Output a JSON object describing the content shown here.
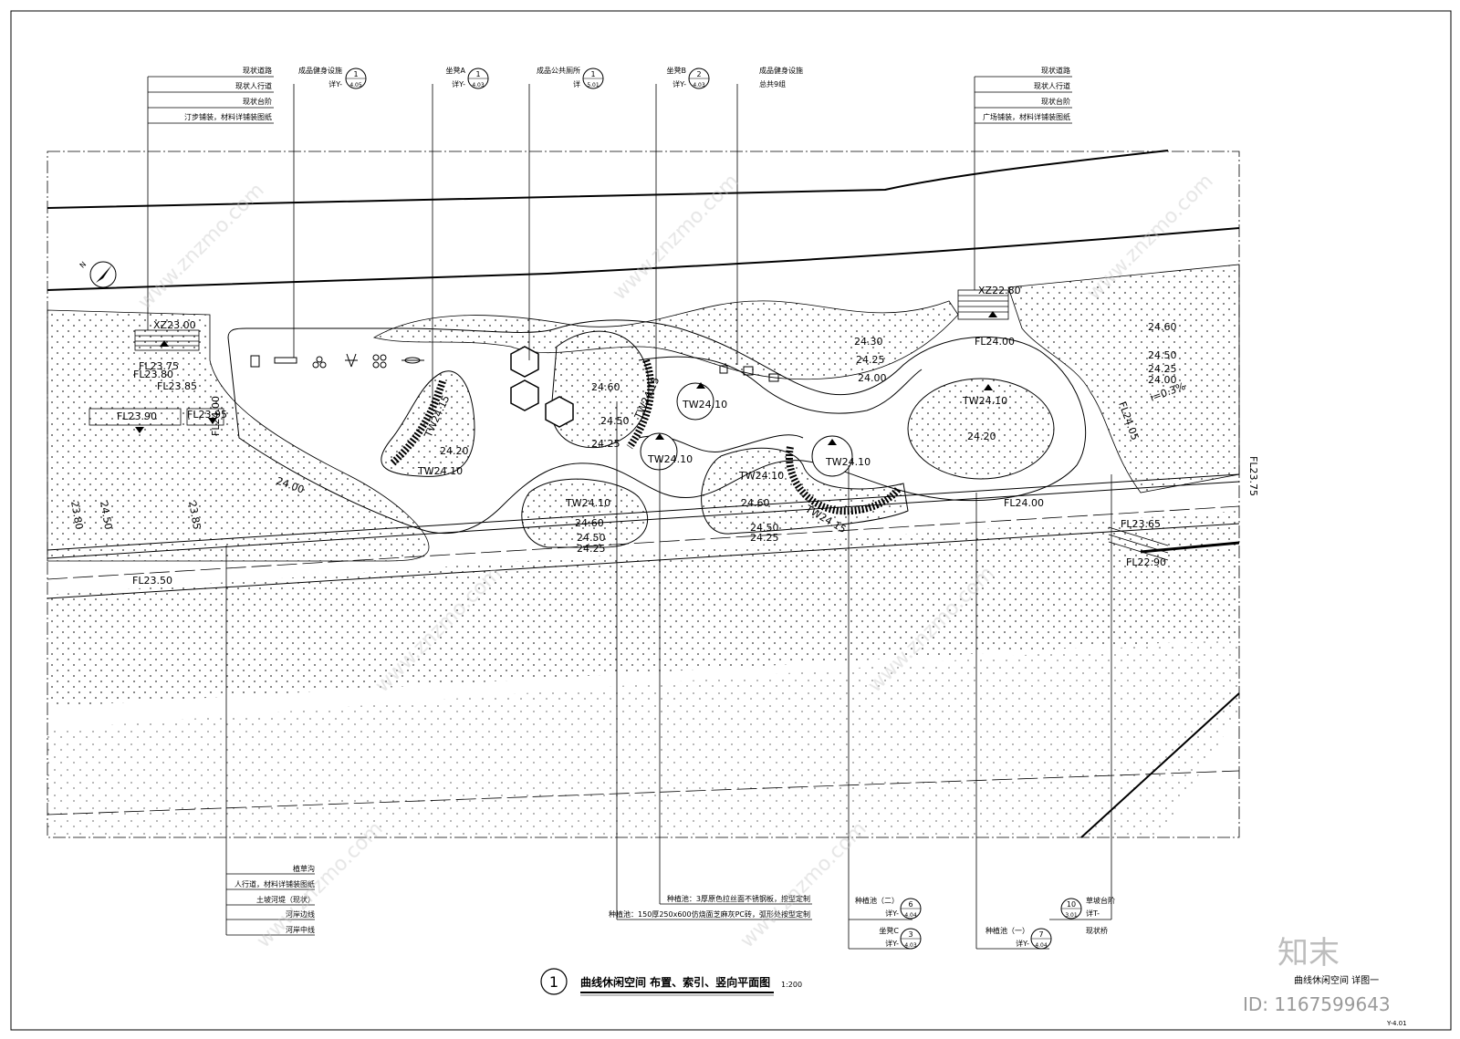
{
  "callouts_top": {
    "left_stack": [
      "现状道路",
      "现状人行道",
      "现状台阶",
      "汀步铺装，材料详铺装图纸"
    ],
    "fitness_a": {
      "label": "成品健身设施",
      "sub": "详Y-",
      "num": "1",
      "sheet": "4.05"
    },
    "seat_a": {
      "label": "坐凳A",
      "sub": "详Y-",
      "num": "1",
      "sheet": "4.03"
    },
    "toilet": {
      "label": "成品公共厕所",
      "sub": "详",
      "num": "1",
      "sheet": "5.01"
    },
    "seat_b": {
      "label": "坐凳B",
      "sub": "详Y-",
      "num": "2",
      "sheet": "4.03"
    },
    "fitness_b": {
      "label": "成品健身设施",
      "sub": "总共9组"
    },
    "right_stack": [
      "现状道路",
      "现状人行道",
      "现状台阶",
      "广场铺装，材料详铺装图纸"
    ]
  },
  "callouts_bottom": {
    "left_stack": [
      "植草沟",
      "人行道，材料详铺装图纸",
      "土坡河堤（现状）",
      "河岸边线",
      "河岸中线"
    ],
    "planter_note1": "种植池：3厚原色拉丝面不锈钢板，按型定制",
    "planter_note2": "种植池：150厚250x600仿烧面芝麻灰PC砖，弧形处按型定制",
    "planter2": {
      "label": "种植池（二）",
      "sub": "详Y-",
      "num": "6",
      "sheet": "4.04"
    },
    "seat_c": {
      "label": "坐凳C",
      "sub": "详Y-",
      "num": "3",
      "sheet": "4.03"
    },
    "planter1": {
      "label": "种植池（一）",
      "sub": "详Y-",
      "num": "7",
      "sheet": "4.04"
    },
    "grass_step": {
      "label": "草坡台阶",
      "sub": "详T-",
      "num": "10",
      "sheet": "3.01"
    },
    "existing_bridge": "现状桥"
  },
  "elevations": {
    "xz_left": "XZ23.00",
    "fl_2375": "FL23.75",
    "fl_2380": "FL23.80",
    "fl_2385": "FL23.85",
    "fl_2390": "FL23.90",
    "fl_2395": "FL23.95",
    "fl_2400_v": "FL24.00",
    "fl_2350": "FL23.50",
    "xz_right": "XZ22.80",
    "fl_2400_top": "FL24.00",
    "fl_2405": "FL24.05",
    "fl_2400_bottom": "FL24.00",
    "fl_2365": "FL23.65",
    "fl_2290": "FL22.90",
    "fl_2375_r": "FL23.75",
    "slope": "i=0.3%",
    "tw_a": "TW24.10",
    "tw_b": "TW24.10",
    "tw_c": "TW24.10",
    "tw_d": "TW24.10",
    "tw_e": "TW24.10",
    "tw_f": "TW24.10",
    "tw_g": "TW24.10",
    "tw_h": "TW24.15",
    "tw_i": "TW24.15",
    "tw_j": "TW24.15",
    "e2460_a": "24.60",
    "e2450_a": "24.50",
    "e2425_a": "24.25",
    "e2420_a": "24.20",
    "e2430": "24.30",
    "e2425_b": "24.25",
    "e2400_a": "24.00",
    "e2420_b": "24.20",
    "e2460_b": "24.60",
    "e2450_b": "24.50",
    "e2425_c": "24.25",
    "e2400_b": "24.00",
    "e2460_c": "24:60",
    "e2450_c": "24.50",
    "e2425_d": "24.25",
    "e2460_d": "24.60",
    "e2450_d": "24.50",
    "e2425_e": "24.25",
    "e2400_c": "24.00",
    "e2380": "23.80",
    "e2450_e": "24.50",
    "e2385": "23.85"
  },
  "title": {
    "num": "1",
    "text": "曲线休闲空间 布置、索引、竖向平面图",
    "scale": "1:200"
  },
  "sheet": {
    "logo": "知末",
    "name": "曲线休闲空间 详图一",
    "id": "ID: 1167599643",
    "code": "Y-4.01"
  },
  "watermark": "www.znzmo.com"
}
